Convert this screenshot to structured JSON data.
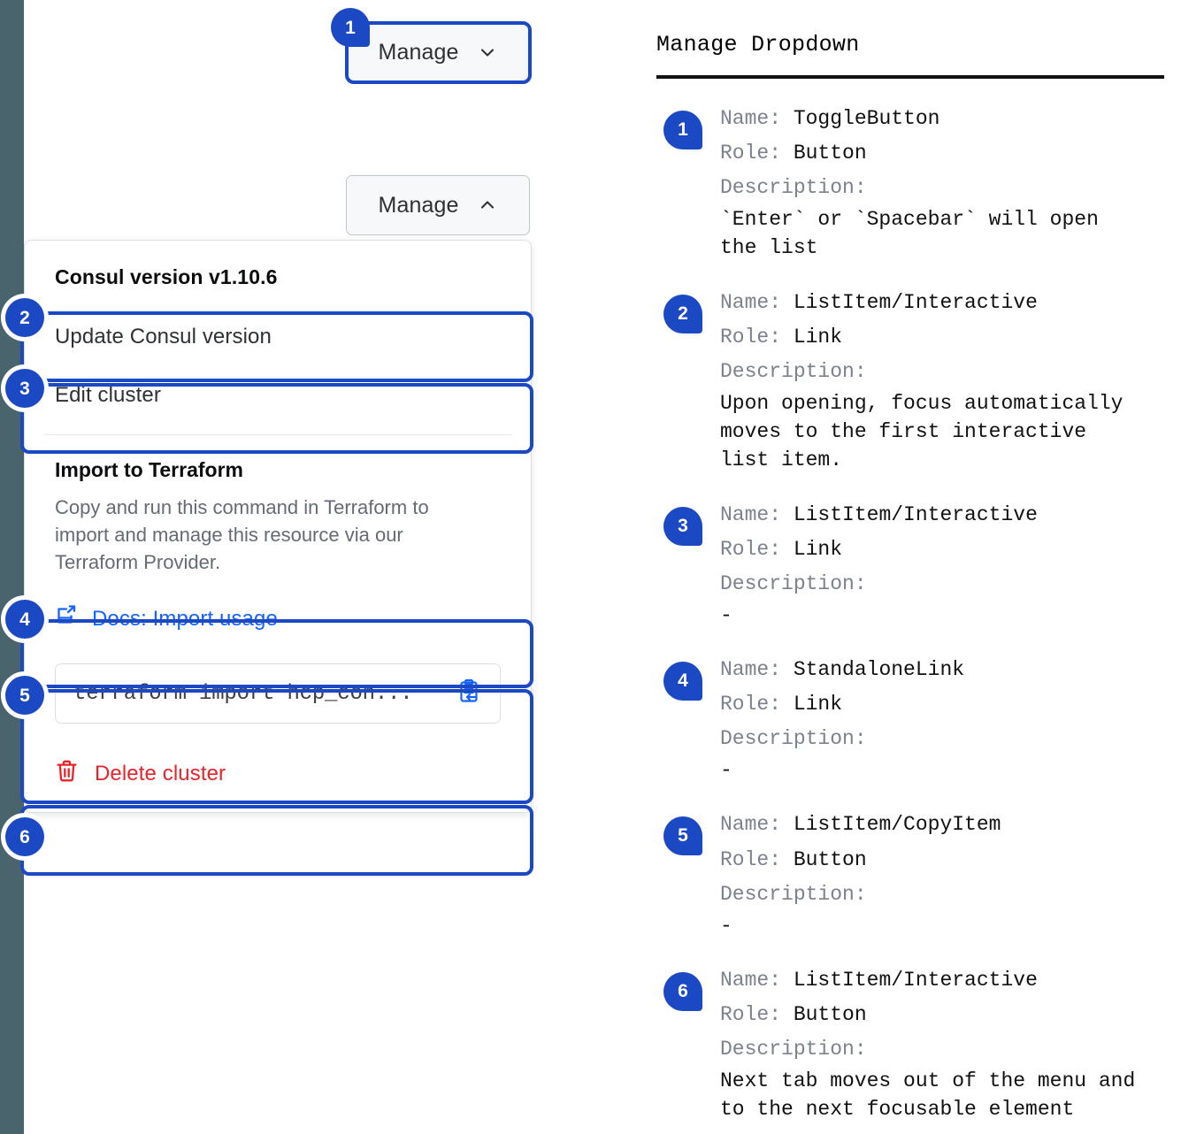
{
  "accent": {
    "badge_blue": "#1b49c4",
    "link_blue": "#1563ff",
    "danger_red": "#e8242a",
    "rail": "#4a646e"
  },
  "ui": {
    "toggle_closed": {
      "label": "Manage",
      "icon": "chevron-down-icon"
    },
    "toggle_open": {
      "label": "Manage",
      "icon": "chevron-up-icon"
    },
    "dropdown": {
      "version_header": "Consul version v1.10.6",
      "items": [
        {
          "label": "Update Consul version"
        },
        {
          "label": "Edit cluster"
        }
      ],
      "terraform": {
        "title": "Import to Terraform",
        "description": "Copy and run this command in Terraform to import and manage this resource via our Terraform Provider.",
        "docs_link": "Docs: Import usage",
        "docs_icon": "external-doc-link-icon",
        "command": "terraform import hcp_con...",
        "copy_icon": "copy-to-clipboard-icon"
      },
      "delete": {
        "label": "Delete cluster",
        "icon": "trash-icon"
      }
    },
    "markers": [
      "1",
      "2",
      "3",
      "4",
      "5",
      "6"
    ]
  },
  "spec": {
    "title": "Manage Dropdown",
    "labels": {
      "name": "Name:",
      "role": "Role:",
      "description": "Description:"
    },
    "entries": [
      {
        "num": "1",
        "name": "ToggleButton",
        "role": "Button",
        "description": "`Enter` or `Spacebar` will open\nthe list"
      },
      {
        "num": "2",
        "name": "ListItem/Interactive",
        "role": "Link",
        "description": "Upon opening, focus automatically\nmoves to the first interactive\nlist item."
      },
      {
        "num": "3",
        "name": "ListItem/Interactive",
        "role": "Link",
        "description": "-"
      },
      {
        "num": "4",
        "name": "StandaloneLink",
        "role": "Link",
        "description": "-"
      },
      {
        "num": "5",
        "name": "ListItem/CopyItem",
        "role": "Button",
        "description": "-"
      },
      {
        "num": "6",
        "name": "ListItem/Interactive",
        "role": "Button",
        "description": "Next tab moves out of the menu and\nto the next focusable element"
      }
    ]
  }
}
